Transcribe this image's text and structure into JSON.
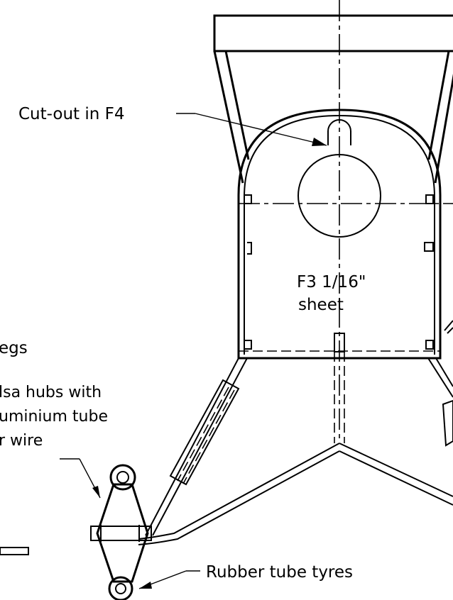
{
  "labels": {
    "cutout": "Cut-out in F4",
    "former_line1": "F3 1/16\"",
    "former_line2": "sheet",
    "legs": "egs",
    "hubs_line1": "lsa hubs with",
    "hubs_line2": "uminium tube",
    "wire": "r wire",
    "tyres": "Rubber tube tyres"
  }
}
